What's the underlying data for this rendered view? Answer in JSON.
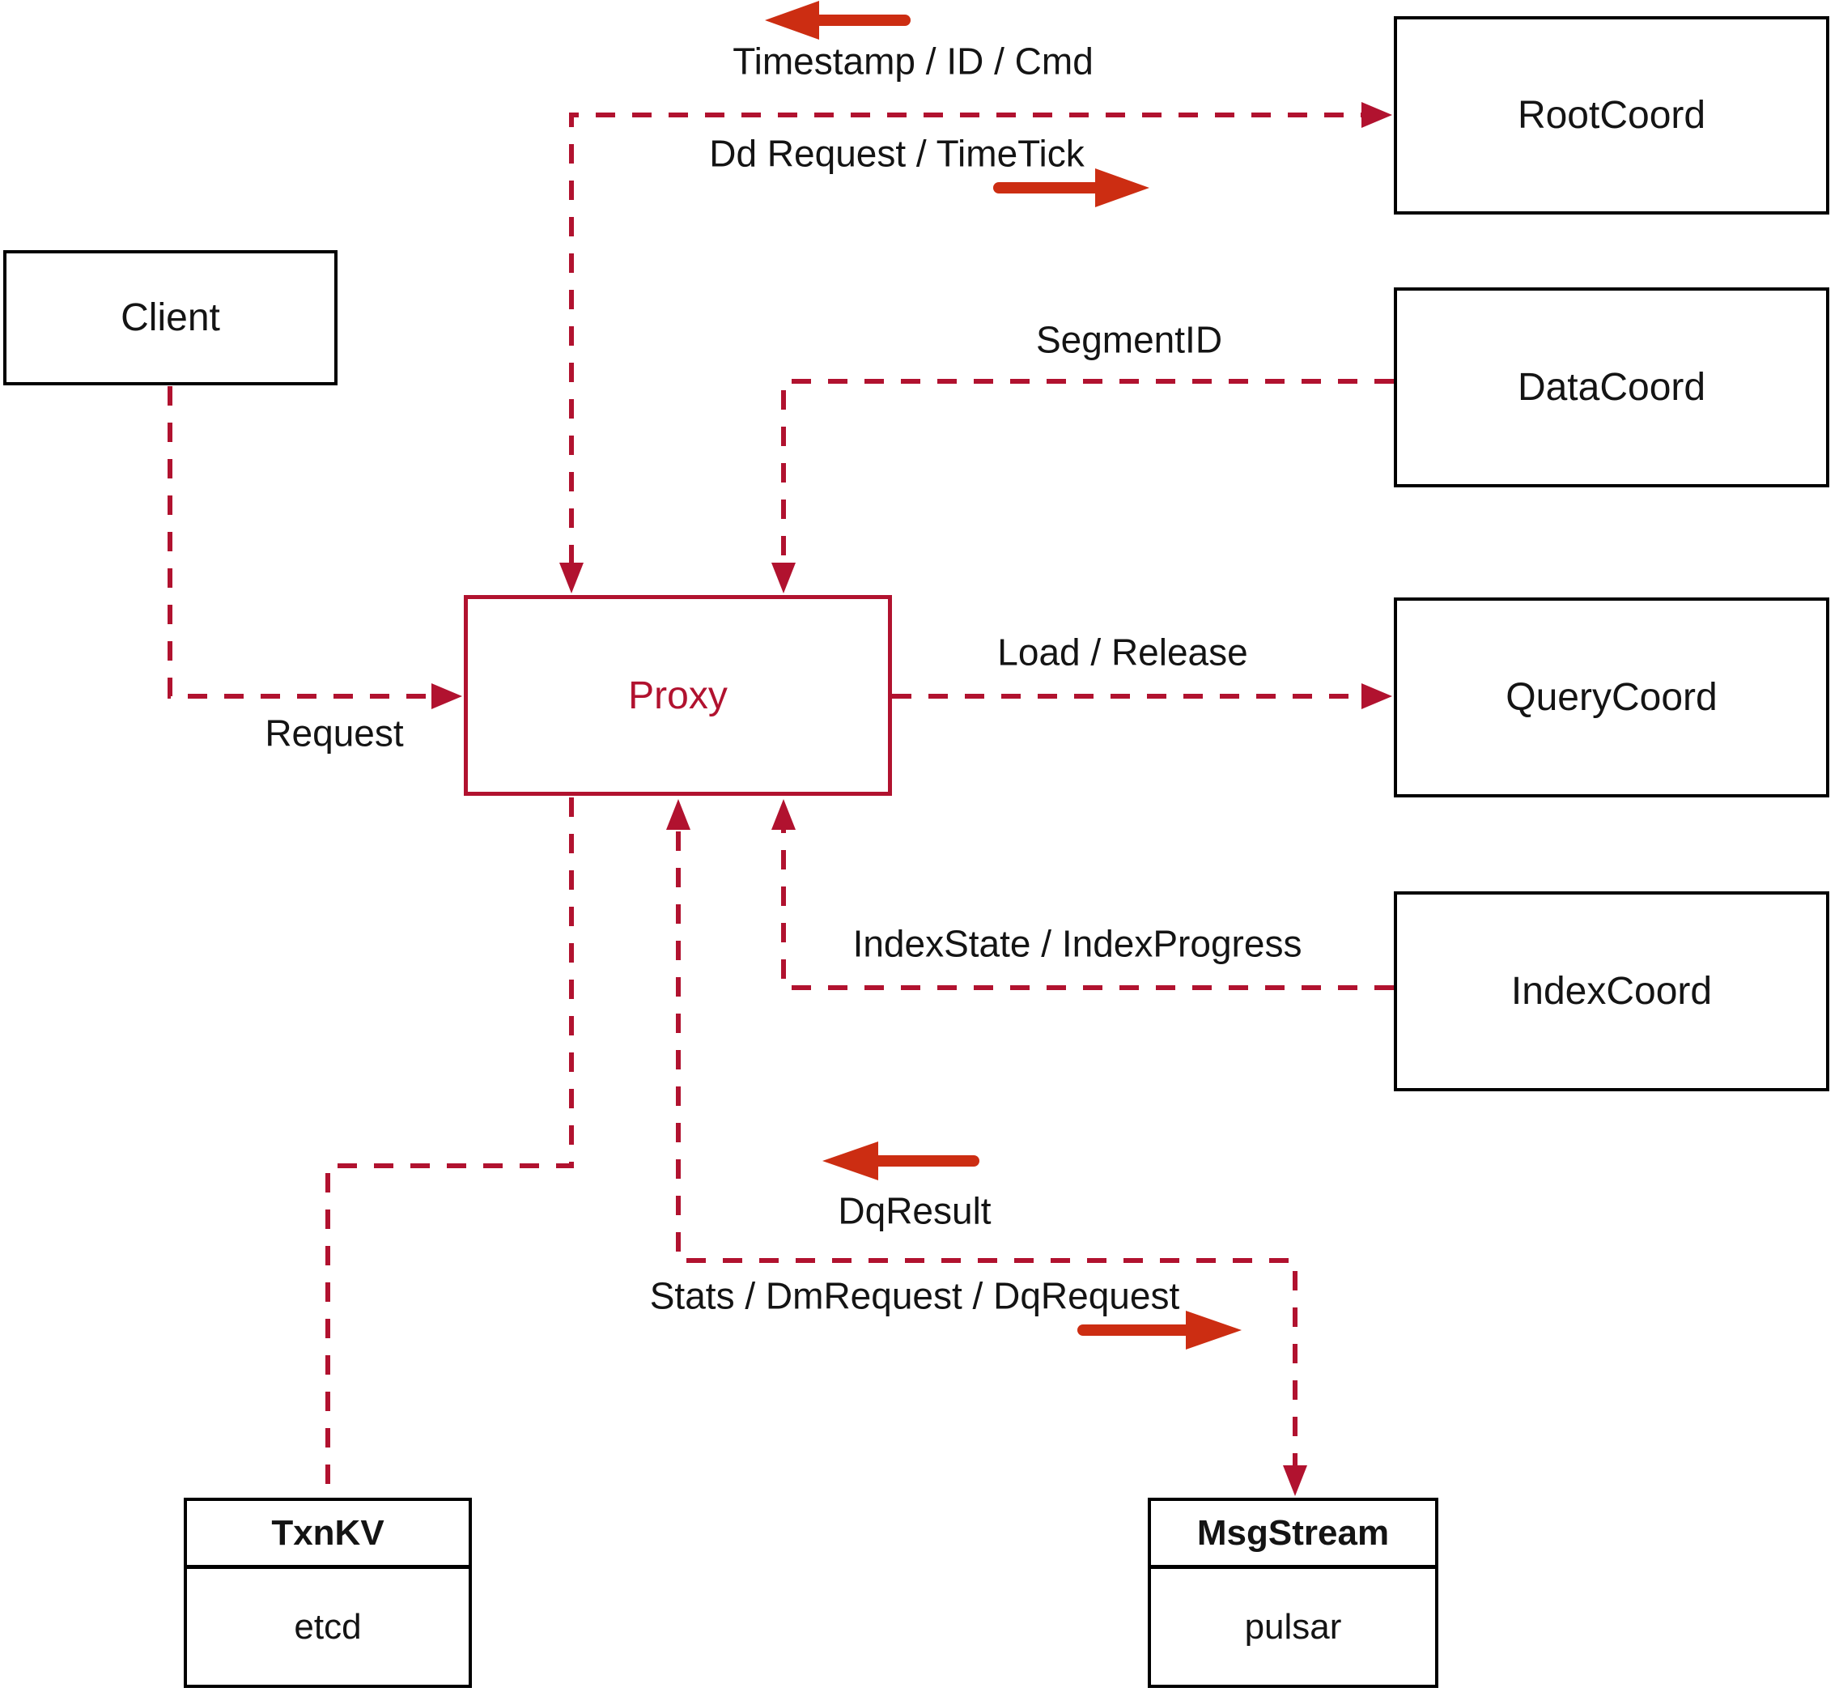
{
  "nodes": {
    "client": "Client",
    "proxy": "Proxy",
    "rootCoord": "RootCoord",
    "dataCoord": "DataCoord",
    "queryCoord": "QueryCoord",
    "indexCoord": "IndexCoord"
  },
  "stores": {
    "txnkv": {
      "title": "TxnKV",
      "impl": "etcd"
    },
    "msgstream": {
      "title": "MsgStream",
      "impl": "pulsar"
    }
  },
  "edgeLabels": {
    "timestampIdCmd": "Timestamp / ID / Cmd",
    "ddRequestTimeTick": "Dd Request / TimeTick",
    "segmentId": "SegmentID",
    "loadRelease": "Load / Release",
    "indexStateProgress": "IndexState / IndexProgress",
    "request": "Request",
    "dqResult": "DqResult",
    "statsDmDq": "Stats / DmRequest / DqRequest"
  },
  "colors": {
    "dashedConnector": "#b1122f",
    "solidArrow": "#cc2d12",
    "boxBorder": "#000000",
    "proxyAccent": "#b1122f",
    "text": "#141414",
    "background": "#ffffff"
  }
}
